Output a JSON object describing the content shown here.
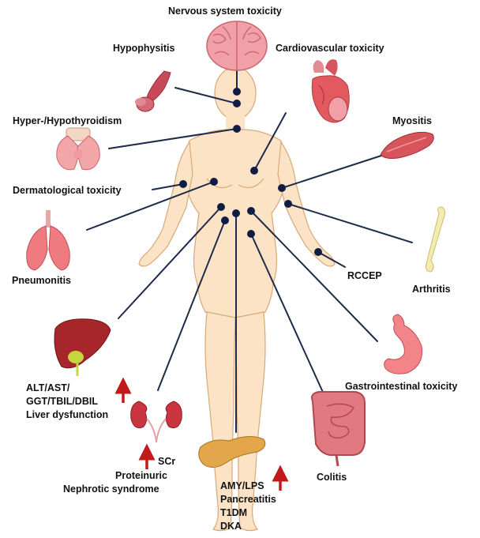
{
  "colors": {
    "skin": "#fde3c6",
    "skin_outline": "#d8a877",
    "connector": "#1d2a4a",
    "dot": "#0f1c44",
    "arrow": "#c21a1a",
    "organ_red": "#d9555e",
    "organ_pink": "#f3a1a6",
    "liver": "#a6262b",
    "gallbladder": "#c6d63c",
    "pancreas": "#e3a64b",
    "bone": "#f3ecb1"
  },
  "labels": {
    "nervous": "Nervous system toxicity",
    "hypophysitis": "Hypophysitis",
    "cardiovascular": "Cardiovascular toxicity",
    "thyroid": "Hyper-/Hypothyroidism",
    "myositis": "Myositis",
    "dermatological": "Dermatological toxicity",
    "pneumonitis": "Pneumonitis",
    "rccep": "RCCEP",
    "arthritis": "Arthritis",
    "gastrointestinal": "Gastrointestinal toxicity",
    "colitis": "Colitis",
    "liver_lines": [
      "ALT/AST/",
      "GGT/TBIL/DBIL",
      "Liver dysfunction"
    ],
    "kidney_lines": [
      "SCr",
      "Proteinuric",
      "Nephrotic syndrome"
    ],
    "pancreas_lines": [
      "AMY/LPS",
      "Pancreatitis",
      "T1DM",
      "DKA"
    ]
  },
  "icons": [
    "brain-icon",
    "pituitary-icon",
    "heart-icon",
    "thyroid-icon",
    "muscle-icon",
    "lungs-icon",
    "bone-icon",
    "liver-icon",
    "stomach-icon",
    "kidney-icon",
    "pancreas-icon",
    "intestine-icon",
    "human-body-icon",
    "up-arrow-icon"
  ]
}
